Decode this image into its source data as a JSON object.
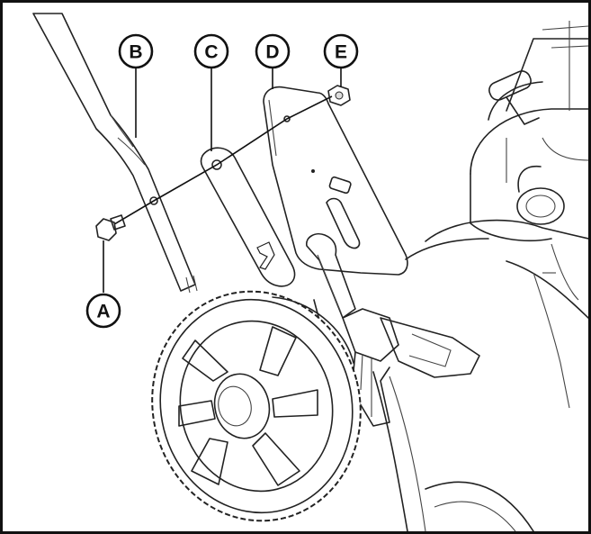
{
  "callouts": {
    "a": "A",
    "b": "B",
    "c": "C",
    "d": "D",
    "e": "E"
  },
  "colors": {
    "outline": "#222222",
    "handle_fill": "#d8d8d8",
    "bracket_fill": "#6f6f6f",
    "background": "#ffffff"
  }
}
